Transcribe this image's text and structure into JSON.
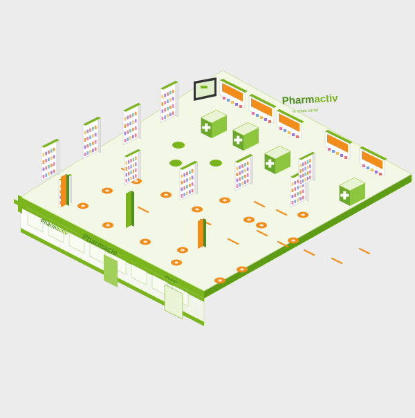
{
  "brand": {
    "name_part1": "Pharm",
    "name_part2": "activ",
    "tagline": "la relais santé",
    "green": "#7ab51d",
    "dark_green": "#4e8d1e",
    "orange": "#f28c1a"
  },
  "storefront": {
    "name_part1": "Pharmacie",
    "name_part2": "Centrale",
    "logo_part1": "Pharm",
    "logo_part2": "activ"
  },
  "floor": {
    "color": "#f2f7e6",
    "edge_color": "#9cc53a"
  },
  "icons": [
    "pharmacy-cross-icon",
    "floor-marker-icon"
  ]
}
